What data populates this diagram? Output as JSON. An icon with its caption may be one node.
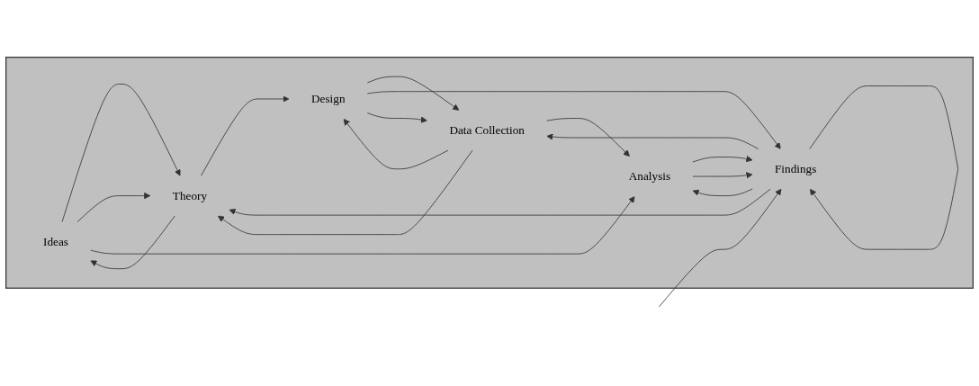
{
  "diagram": {
    "nodes": [
      {
        "text": [],
        "shape": "bar"
      },
      {
        "text": [
          "Ideas"
        ],
        "in": 0
      },
      {
        "text": [
          "Theory"
        ],
        "in": 0
      },
      {
        "text": [
          "Design"
        ],
        "in": 0
      },
      {
        "text": [
          "Data Collection"
        ],
        "in": 0
      },
      {
        "text": [
          "Analysis"
        ],
        "in": 0
      },
      {
        "text": [
          "Findings"
        ],
        "in": 0
      }
    ],
    "edges": [
      {
        "from": 1,
        "to": 2,
        "arrow": "to"
      },
      {
        "from": 2,
        "to": 3,
        "arrow": "to"
      },
      {
        "from": 3,
        "to": 4,
        "arrow": "to"
      },
      {
        "from": 4,
        "to": 5,
        "arrow": "to"
      },
      {
        "from": 5,
        "to": 6,
        "arrow": "to"
      },
      {
        "from": 1,
        "to": 2,
        "arrow": "to"
      },
      {
        "from": 1,
        "to": 5,
        "arrow": "to"
      },
      {
        "from": 3,
        "to": 6,
        "arrow": "to"
      },
      {
        "from": 3,
        "to": 4,
        "arrow": "to"
      },
      {
        "from": 5,
        "to": 6,
        "arrow": "to"
      },
      {
        "from": 6,
        "to": 6,
        "arrow": "to"
      },
      {
        "from": 2,
        "to": 1,
        "arrow": "to"
      },
      {
        "from": 4,
        "to": 3,
        "arrow": "to"
      },
      {
        "from": 6,
        "to": 4,
        "arrow": "to"
      },
      {
        "from": 4,
        "to": 2,
        "arrow": "to"
      },
      {
        "from": 6,
        "to": 5,
        "arrow": "to"
      },
      {
        "from": null,
        "to": 6,
        "arrow": "to"
      },
      {
        "from": 6,
        "to": 2,
        "arrow": "to"
      }
    ]
  }
}
